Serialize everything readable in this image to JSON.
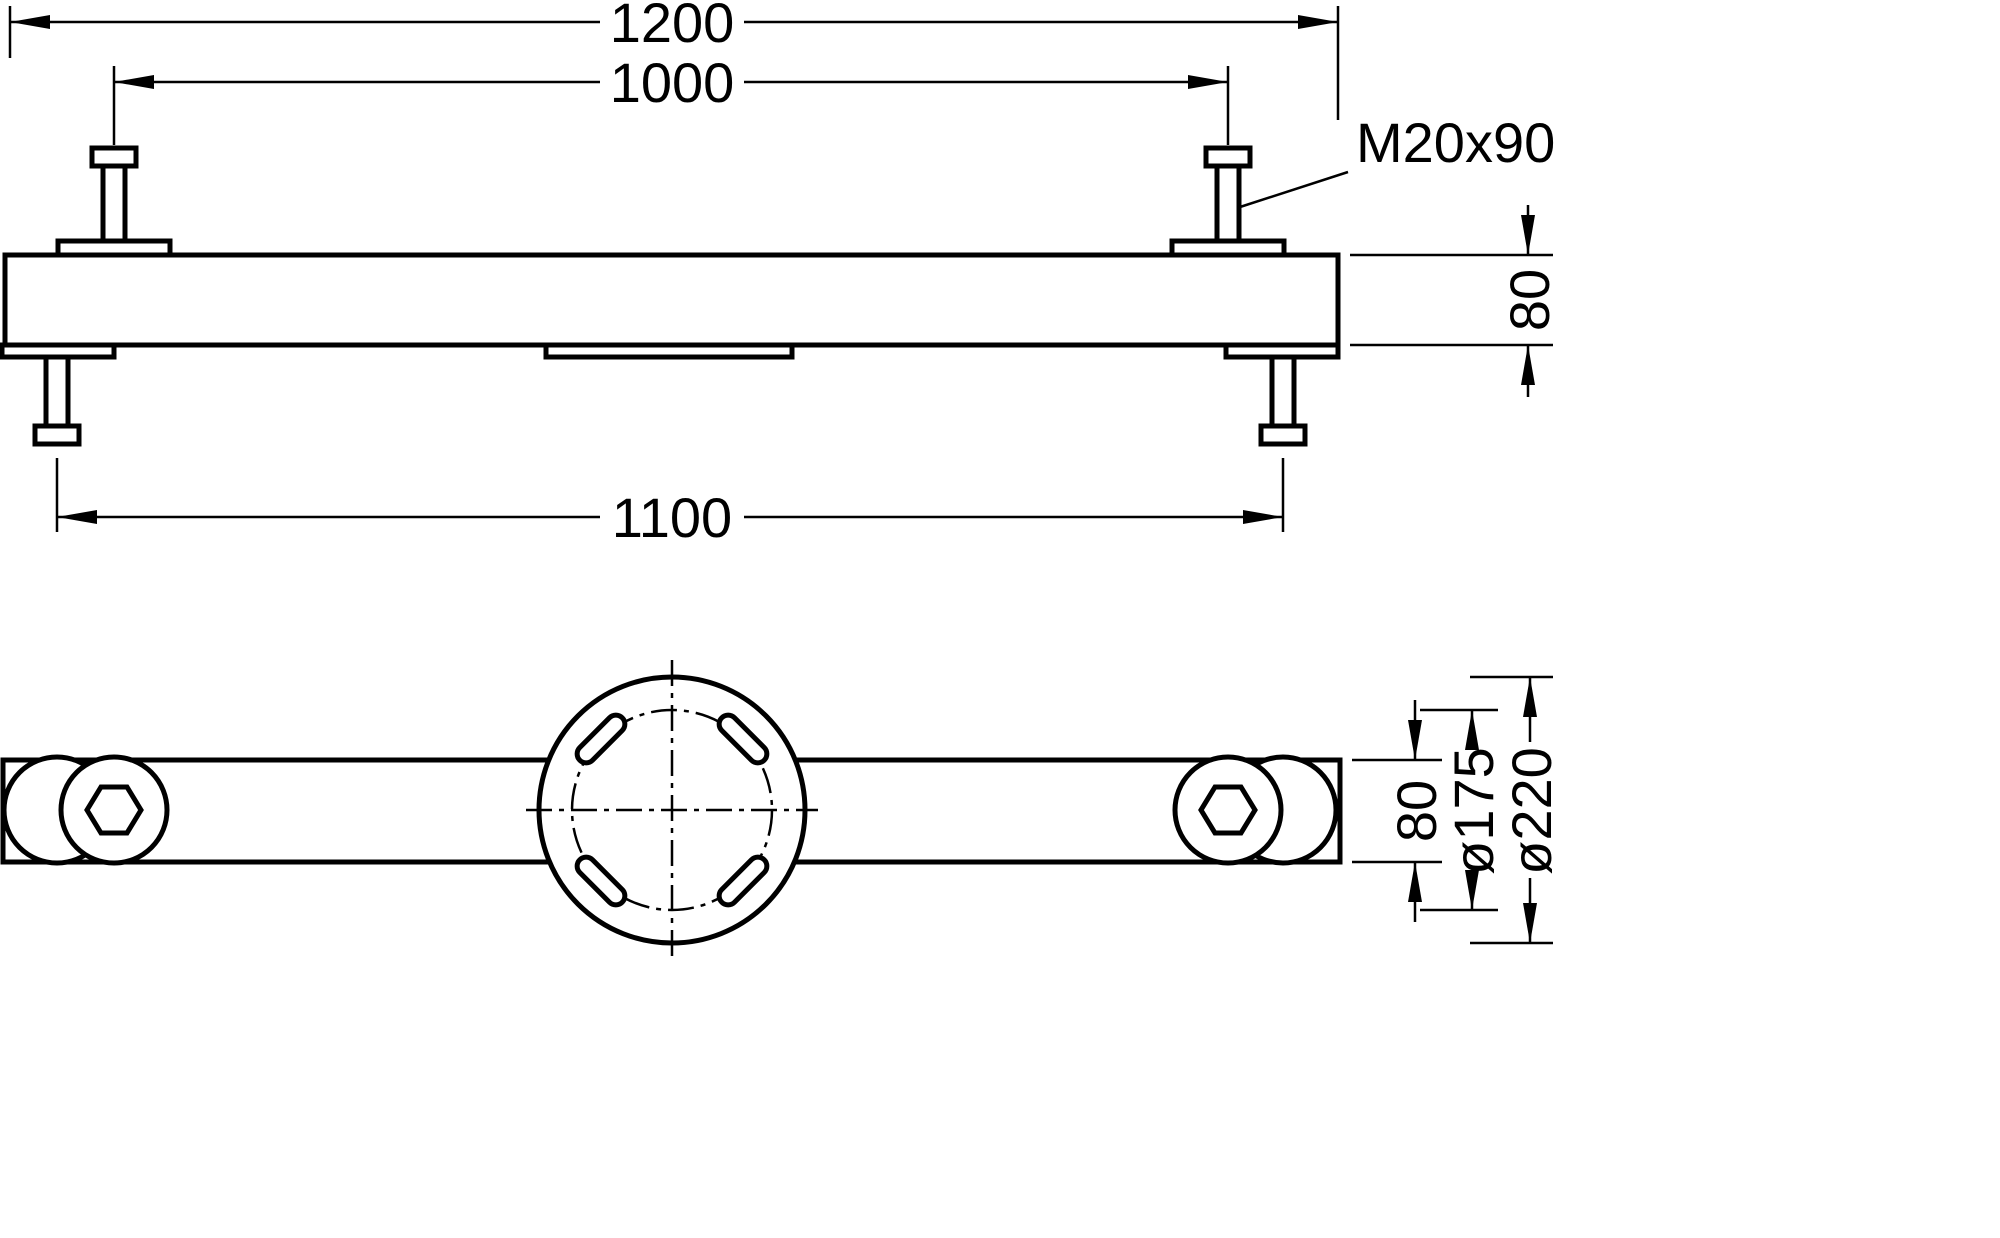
{
  "colors": {
    "line": "#000000",
    "background": "#ffffff"
  },
  "front_view": {
    "overall_length": "1200",
    "top_bolt_spacing": "1000",
    "bottom_bolt_spacing": "1100",
    "bolt_spec": "M20x90",
    "beam_height": "80"
  },
  "plan_view": {
    "bar_width": "80",
    "bolt_circle_diameter": "ø175",
    "flange_diameter": "ø220"
  }
}
